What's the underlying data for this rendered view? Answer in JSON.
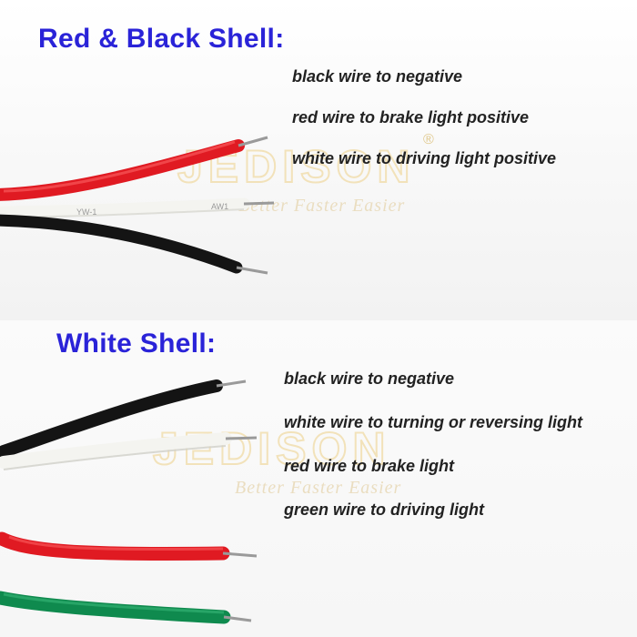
{
  "watermark": {
    "brand": "JEDISON",
    "tagline": "Better Faster Easier",
    "registered_mark": "®"
  },
  "sections": [
    {
      "title": "Red & Black Shell:",
      "captions": [
        "black wire to negative",
        "red wire to brake light positive",
        "white wire to driving light positive"
      ],
      "wire_print": [
        "YW-1",
        "AW1"
      ]
    },
    {
      "title": "White Shell:",
      "captions": [
        "black wire to negative",
        "white wire to turning or reversing light",
        "red wire to brake light",
        "green wire to driving light"
      ]
    }
  ],
  "colors": {
    "heading": "#2a23d8",
    "caption": "#222222",
    "wire_red": "#e01a22",
    "wire_black": "#141414",
    "wire_white": "#f4f4f0",
    "wire_green": "#0f8a4e",
    "conductor": "#9a9a9a"
  }
}
